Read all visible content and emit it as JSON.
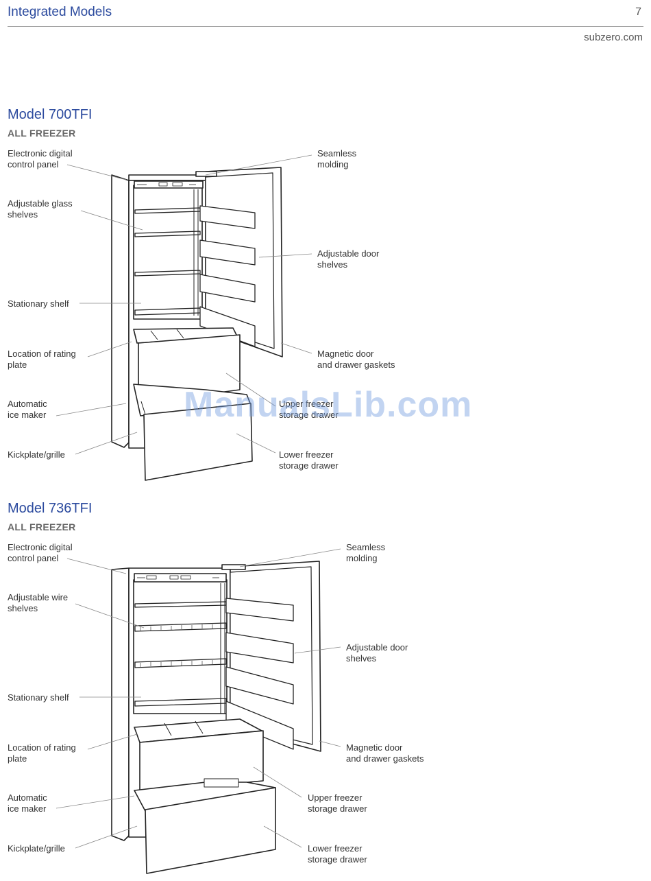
{
  "header": {
    "title": "Integrated Models",
    "page_number": "7",
    "site": "subzero.com"
  },
  "models": [
    {
      "title": "Model 700TFI",
      "subtitle": "ALL FREEZER",
      "labels": {
        "control": "Electronic digital\ncontrol panel",
        "shelves": "Adjustable glass\nshelves",
        "stationary": "Stationary shelf",
        "rating": "Location of rating\nplate",
        "ice": "Automatic\nice maker",
        "kick": "Kickplate/grille",
        "molding": "Seamless\nmolding",
        "door_shelves": "Adjustable door\nshelves",
        "gaskets": "Magnetic door\nand drawer gaskets",
        "upper": "Upper freezer\nstorage drawer",
        "lower": "Lower freezer\nstorage drawer"
      }
    },
    {
      "title": "Model 736TFI",
      "subtitle": "ALL FREEZER",
      "labels": {
        "control": "Electronic digital\ncontrol panel",
        "shelves": "Adjustable wire\nshelves",
        "stationary": "Stationary shelf",
        "rating": "Location of rating\nplate",
        "ice": "Automatic\nice maker",
        "kick": "Kickplate/grille",
        "molding": "Seamless\nmolding",
        "door_shelves": "Adjustable door\nshelves",
        "gaskets": "Magnetic door\nand drawer gaskets",
        "upper": "Upper freezer\nstorage drawer",
        "lower": "Lower freezer\nstorage drawer"
      }
    }
  ],
  "watermark": "ManualsLib.com"
}
